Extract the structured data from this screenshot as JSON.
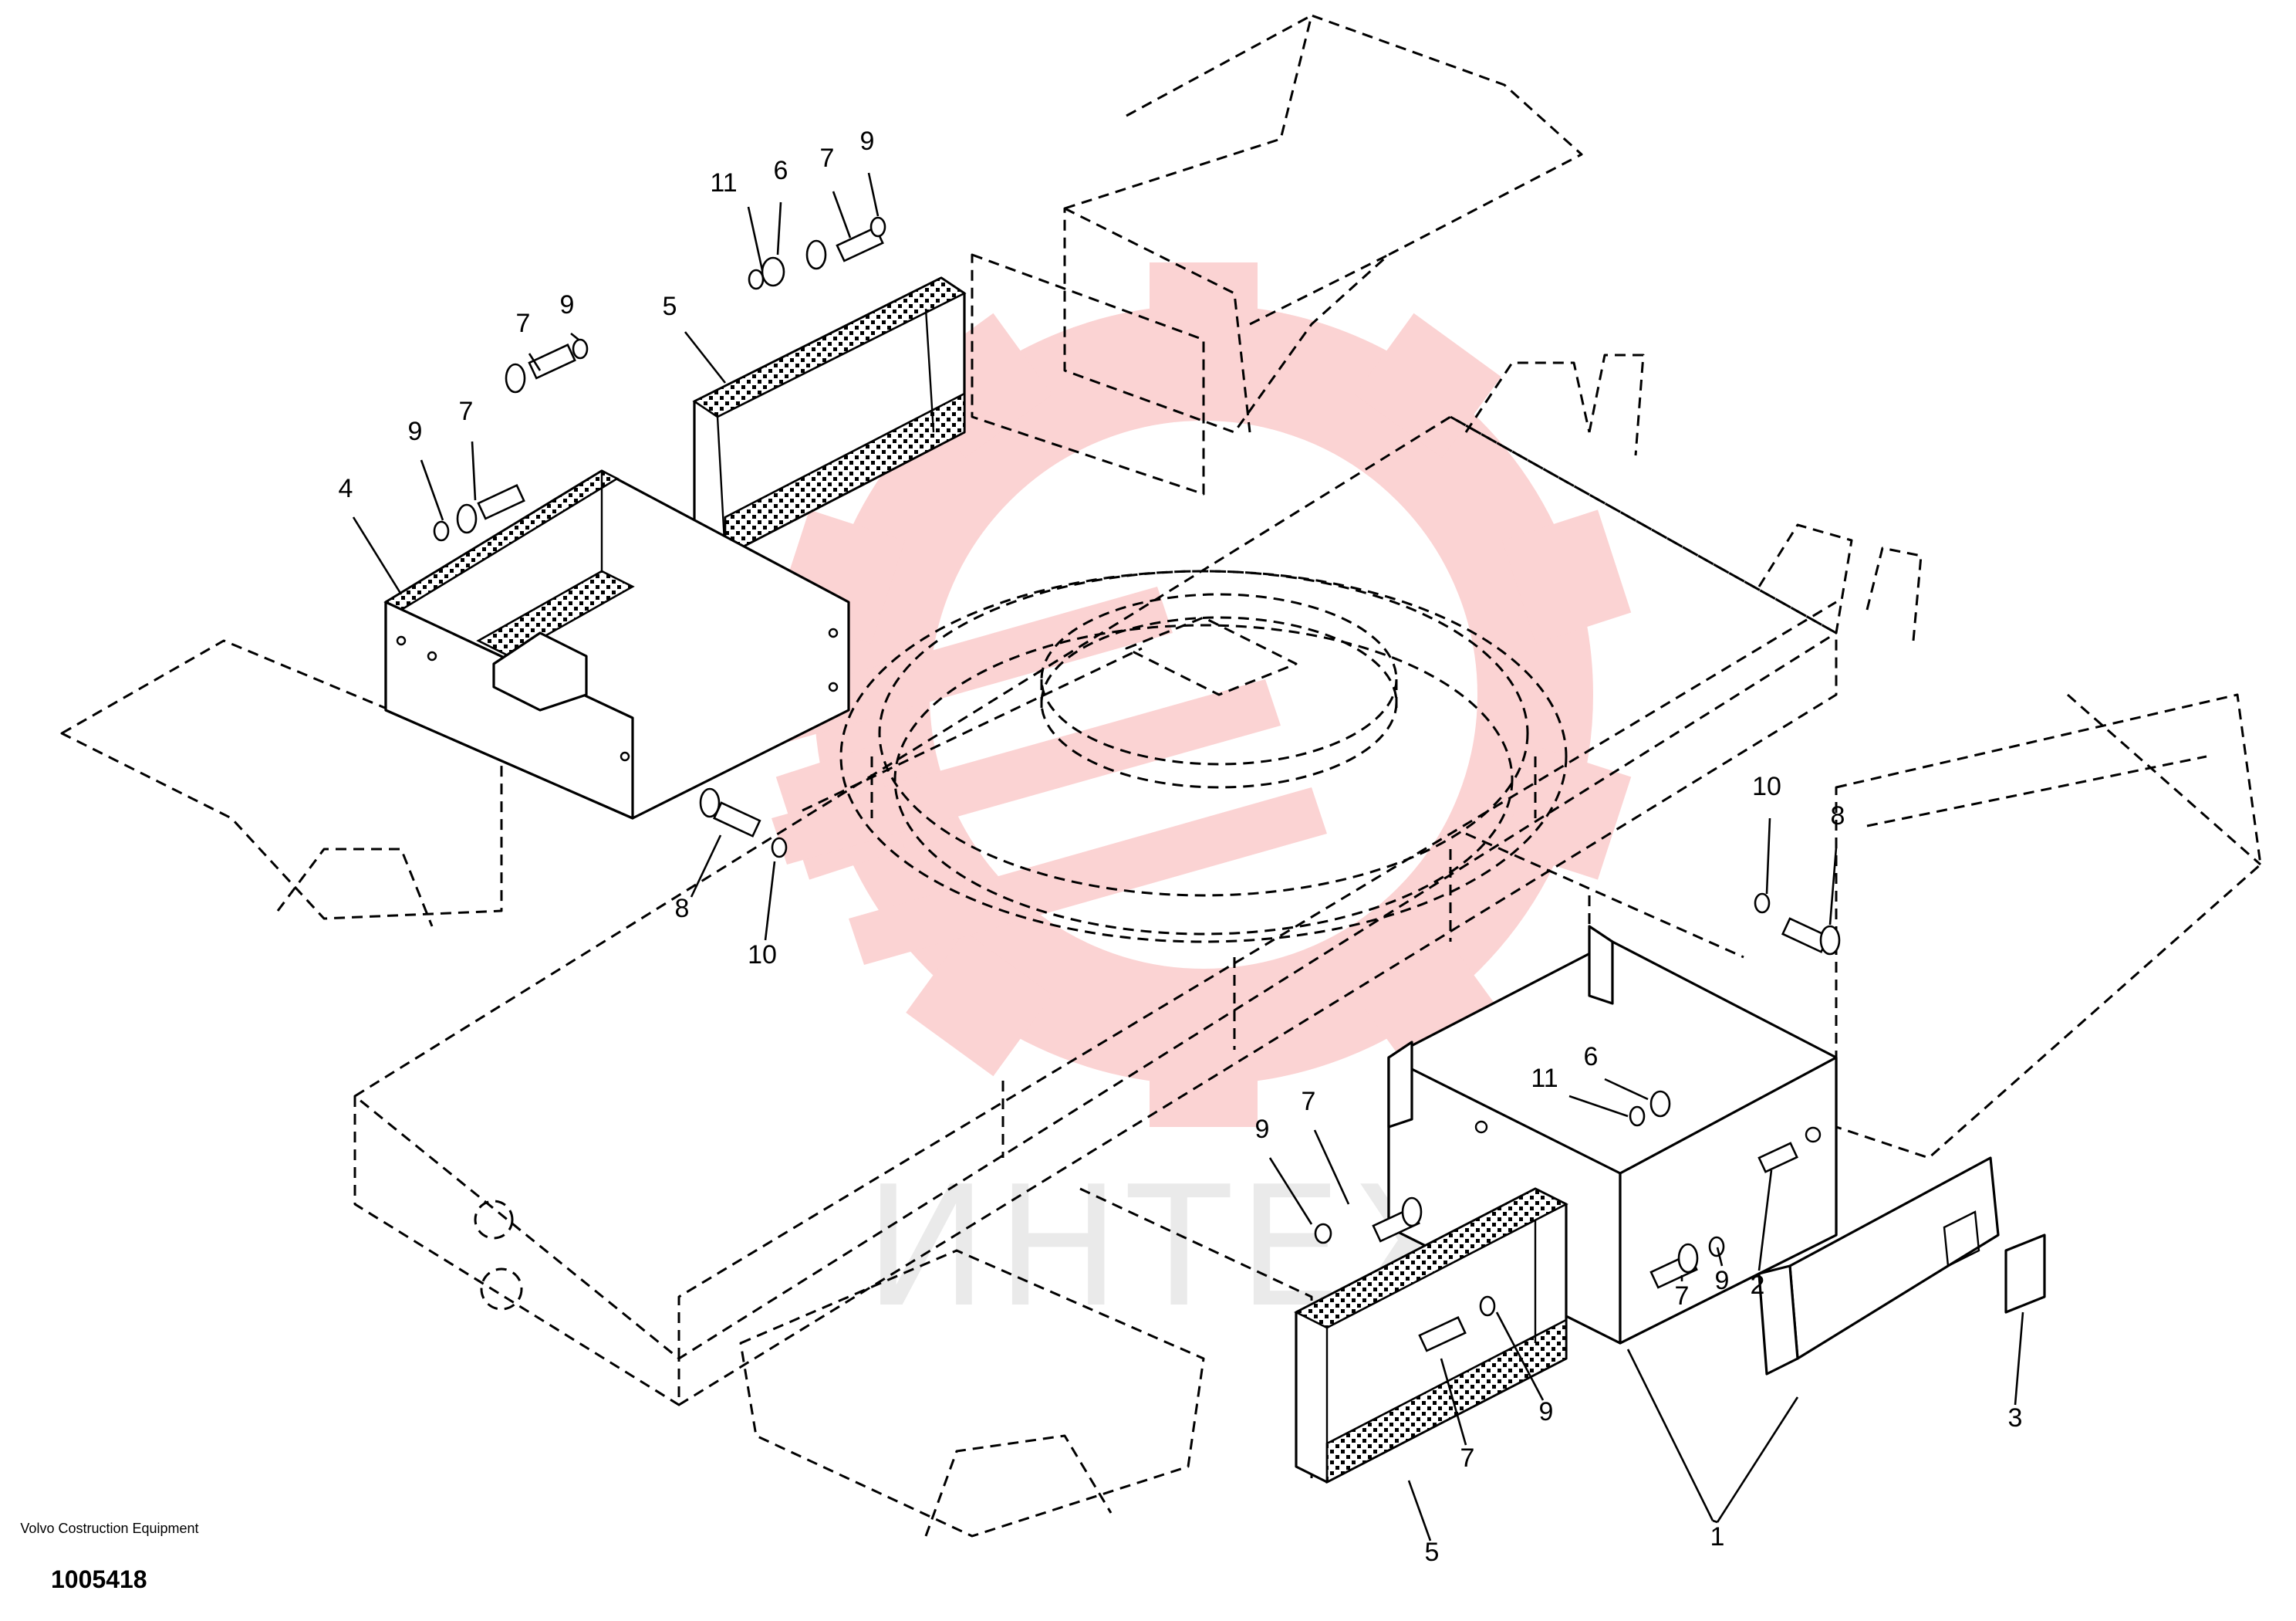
{
  "watermark": {
    "text": "ИНТЕХ",
    "color": "#f26b6b"
  },
  "footer": {
    "brand": "Volvo Costruction Equipment",
    "drawing_number": "1005418"
  },
  "callouts": [
    {
      "label": "11"
    },
    {
      "label": "6"
    },
    {
      "label": "7"
    },
    {
      "label": "9"
    },
    {
      "label": "5"
    },
    {
      "label": "7"
    },
    {
      "label": "9"
    },
    {
      "label": "9"
    },
    {
      "label": "7"
    },
    {
      "label": "4"
    },
    {
      "label": "8"
    },
    {
      "label": "10"
    },
    {
      "label": "10"
    },
    {
      "label": "8"
    },
    {
      "label": "6"
    },
    {
      "label": "11"
    },
    {
      "label": "7"
    },
    {
      "label": "9"
    },
    {
      "label": "7"
    },
    {
      "label": "9"
    },
    {
      "label": "2"
    },
    {
      "label": "3"
    },
    {
      "label": "7"
    },
    {
      "label": "9"
    },
    {
      "label": "5"
    },
    {
      "label": "1"
    }
  ]
}
